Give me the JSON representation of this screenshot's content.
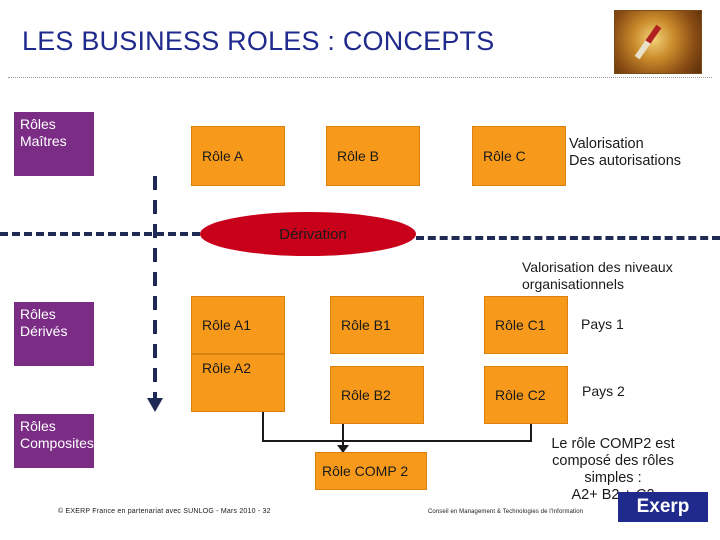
{
  "title": "LES BUSINESS ROLES : CONCEPTS",
  "masters_label": "Rôles\nMaîtres",
  "derived_label": "Rôles\nDérivés",
  "composite_label": "Rôles\nComposites",
  "roles_top": [
    "Rôle A",
    "Rôle B",
    "Rôle C"
  ],
  "roles_row1": [
    "Rôle A1",
    "Rôle B1",
    "Rôle C1"
  ],
  "roles_row2": [
    "Rôle A2",
    "Rôle B2",
    "Rôle C2"
  ],
  "auth_valuation": "Valorisation\nDes autorisations",
  "derivation": "Dérivation",
  "org_valuation": "Valorisation des niveaux\norganisationnels",
  "country1": "Pays 1",
  "country2": "Pays 2",
  "comp_role": "Rôle COMP 2",
  "comp_note": "Le rôle COMP2 est\ncomposé des rôles\nsimples :\nA2+ B2 + C2",
  "footer_left": "© EXERP France en partenariat avec SUNLOG - Mars 2010 - 32",
  "footer_right": "Conseil en Management & Technologies de l'Information",
  "logo_text": "Exerp",
  "colors": {
    "title": "#1f2a8c",
    "purple": "#7b2d86",
    "orange": "#f79a1b",
    "ellipse": "#c8001a",
    "dashed": "#1f2a55"
  }
}
